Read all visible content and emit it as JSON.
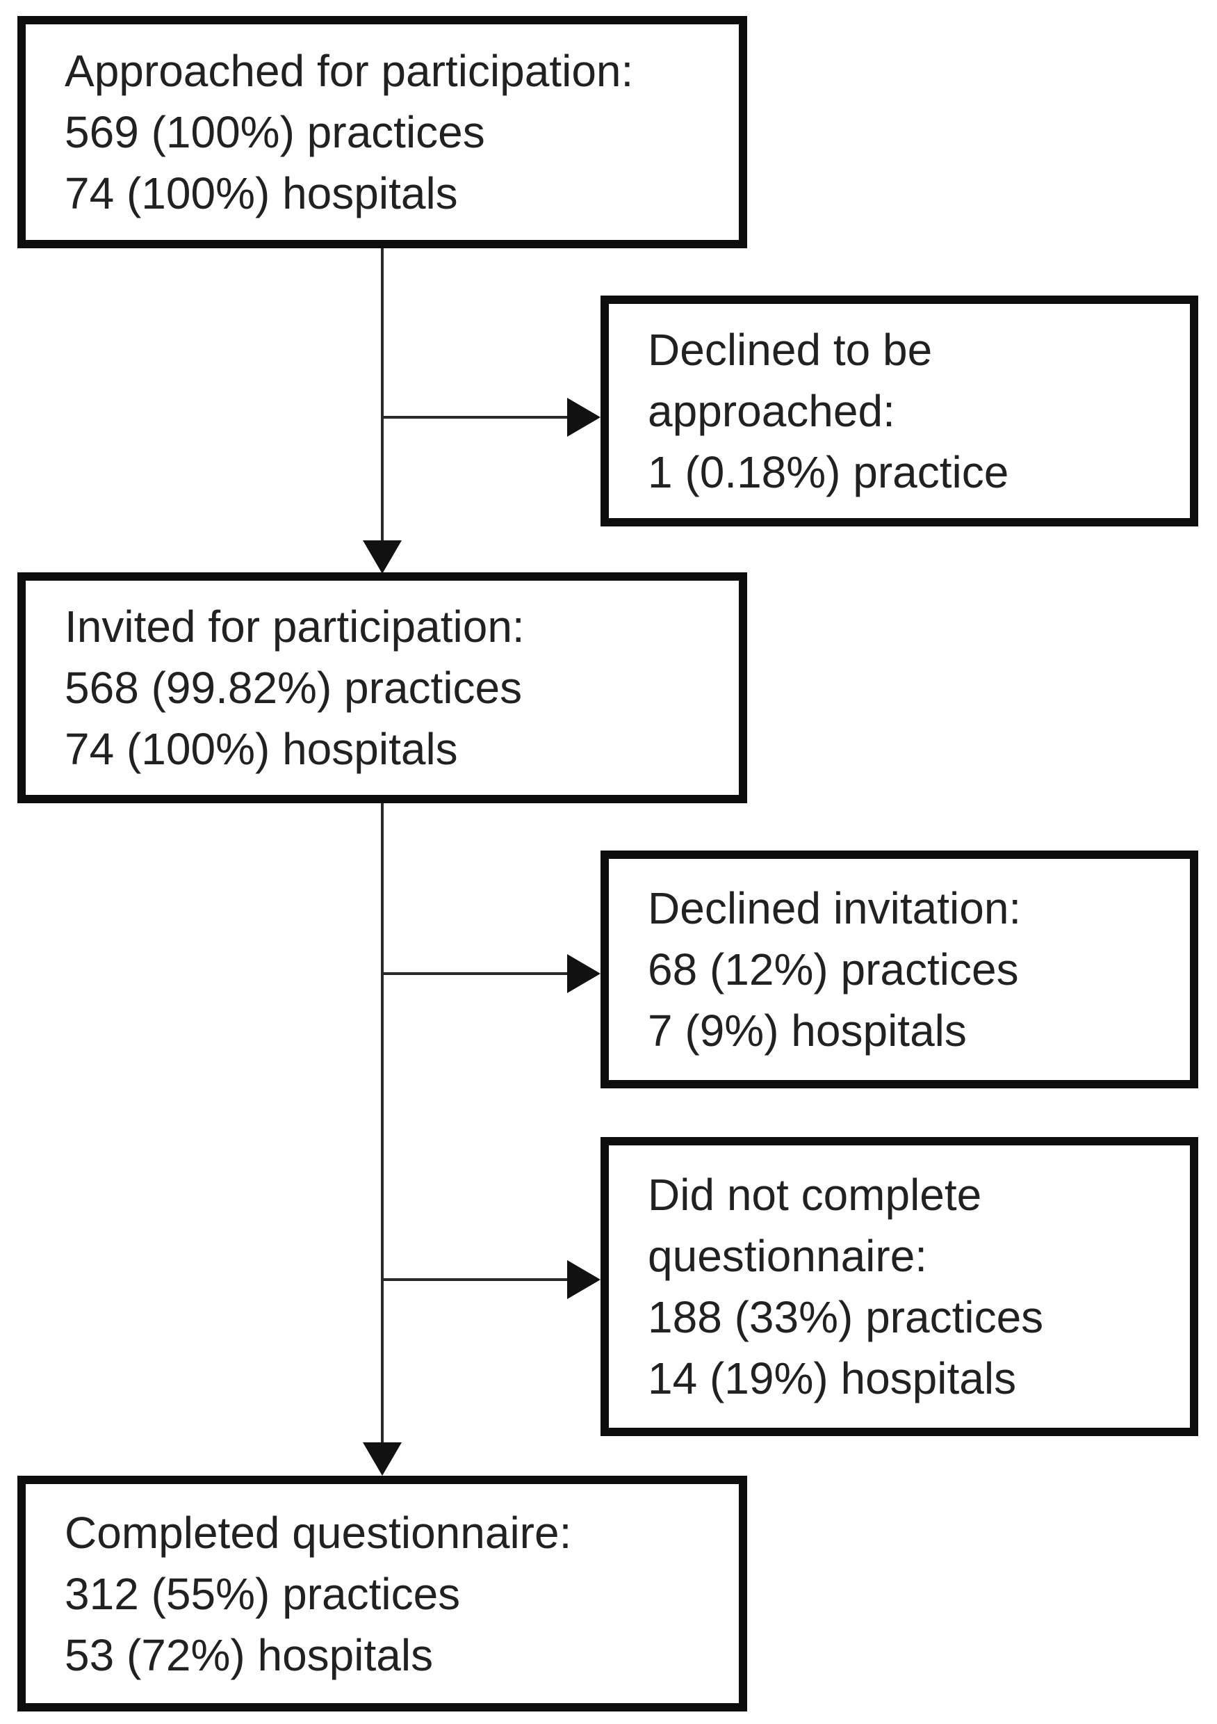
{
  "figure": {
    "kind": "participation-flow-diagram",
    "background_color": "#ffffff",
    "border_color": "#0d0d0d",
    "text_color": "#212121",
    "connector_color": "#2a2a2a"
  },
  "boxes": {
    "approached": {
      "lines": [
        "Approached for participation:",
        "569 (100%) practices",
        "74 (100%) hospitals"
      ]
    },
    "declined_approach": {
      "lines": [
        "Declined to be",
        "approached:",
        "1 (0.18%) practice"
      ]
    },
    "invited": {
      "lines": [
        "Invited for participation:",
        "568 (99.82%) practices",
        "74 (100%) hospitals"
      ]
    },
    "declined_invitation": {
      "lines": [
        "Declined invitation:",
        "68 (12%) practices",
        "7 (9%) hospitals"
      ]
    },
    "not_completed": {
      "lines": [
        "Did not complete",
        "questionnaire:",
        "188 (33%) practices",
        "14 (19%) hospitals"
      ]
    },
    "completed": {
      "lines": [
        "Completed questionnaire:",
        "312 (55%) practices",
        "53 (72%) hospitals"
      ]
    }
  }
}
